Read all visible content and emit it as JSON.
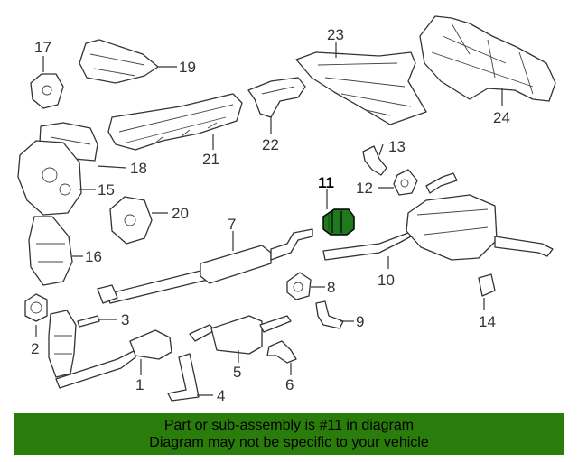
{
  "diagram": {
    "callouts": [
      "1",
      "2",
      "3",
      "4",
      "5",
      "6",
      "7",
      "8",
      "9",
      "10",
      "11",
      "12",
      "13",
      "14",
      "15",
      "16",
      "17",
      "18",
      "19",
      "20",
      "21",
      "22",
      "23",
      "24"
    ],
    "highlighted_part": "11",
    "highlight_color": "#1f7a1f"
  },
  "banner": {
    "line1": "Part or sub-assembly is #11 in diagram",
    "line2": "Diagram may not be specific to your vehicle",
    "background": "#2b7d0b"
  }
}
